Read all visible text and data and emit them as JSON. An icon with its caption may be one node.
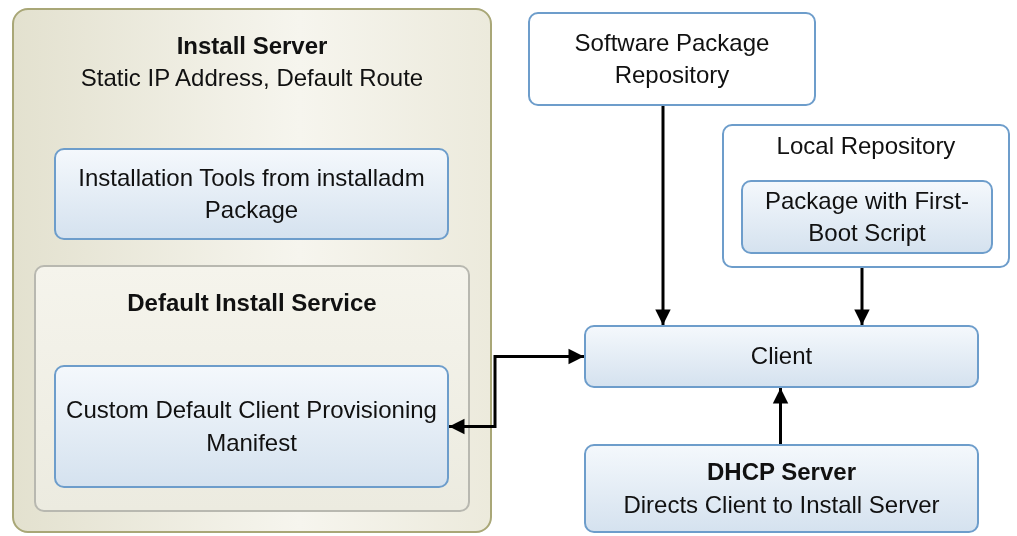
{
  "diagram": {
    "nodes": [
      {
        "text": [
          "Install Server",
          "Static IP Address, Default Route"
        ]
      },
      {
        "text": [
          "Installation Tools from installadm Package"
        ],
        "in": 0
      },
      {
        "text": [
          "Default Install Service"
        ],
        "in": 0
      },
      {
        "text": [
          "Custom Default Client Provisioning Manifest"
        ],
        "in": 2
      },
      {
        "text": [
          "Software Package Repository"
        ]
      },
      {
        "text": [
          "Local Repository"
        ]
      },
      {
        "text": [
          "Package with First-Boot Script"
        ],
        "in": 5
      },
      {
        "text": [
          "Client"
        ]
      },
      {
        "text": [
          "DHCP Server",
          "Directs Client to Install Server"
        ]
      }
    ],
    "edges": [
      {
        "from": 4,
        "to": 7,
        "arrow": "to"
      },
      {
        "from": 5,
        "to": 7,
        "arrow": "to"
      },
      {
        "from": 8,
        "to": 7,
        "arrow": "to"
      },
      {
        "from": 3,
        "to": 7,
        "arrow": "both"
      }
    ]
  }
}
